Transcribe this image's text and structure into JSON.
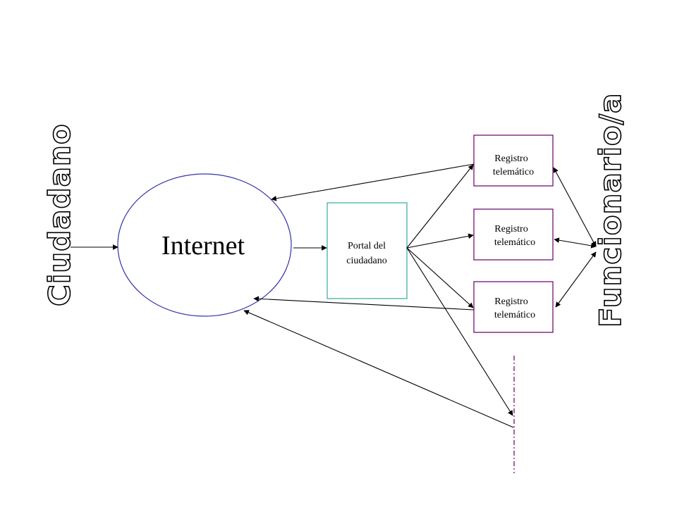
{
  "diagram": {
    "internet_label": "Internet",
    "portal_label_line1": "Portal del",
    "portal_label_line2": "ciudadano",
    "registros": [
      {
        "line1": "Registro",
        "line2": "telemático"
      },
      {
        "line1": "Registro",
        "line2": "telemático"
      },
      {
        "line1": "Registro",
        "line2": "telemático"
      }
    ],
    "left_actor": "Ciudadano",
    "right_actor": "Funcionario/a",
    "colors": {
      "internet_outline": "#3333aa",
      "portal_outline": "#33aa99",
      "registro_outline": "#660066",
      "boundary_line": "#660066"
    }
  }
}
